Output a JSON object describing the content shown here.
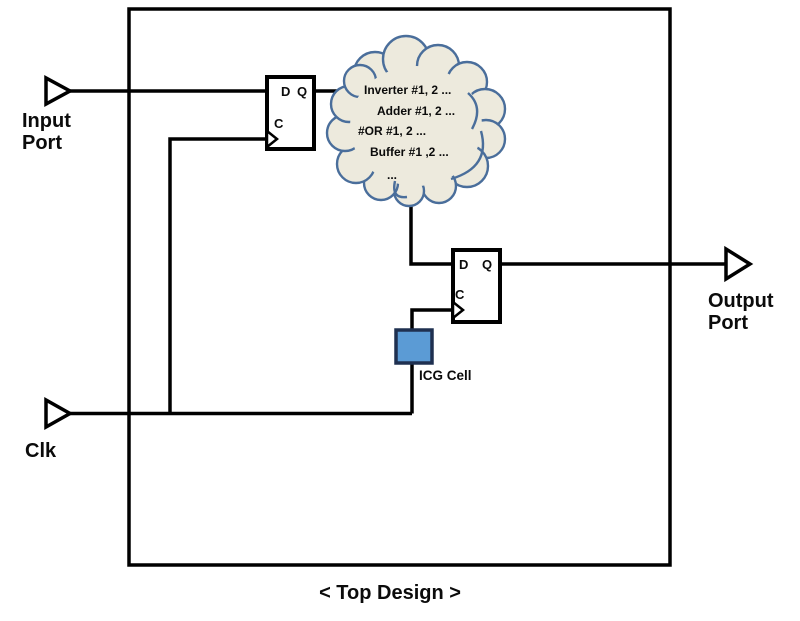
{
  "diagram": {
    "caption": "< Top Design >",
    "ports": {
      "input": {
        "line1": "Input",
        "line2": "Port"
      },
      "clk": {
        "label": "Clk"
      },
      "output": {
        "line1": "Output",
        "line2": "Port"
      }
    },
    "flipflop1": {
      "d": "D",
      "q": "Q",
      "c": "C"
    },
    "flipflop2": {
      "d": "D",
      "q": "Q",
      "c": "C"
    },
    "cloud": {
      "lines": [
        "Inverter #1, 2 ...",
        "Adder #1, 2 ...",
        "#OR #1, 2 ...",
        "Buffer #1 ,2 ...",
        "..."
      ]
    },
    "icg": {
      "label": "ICG Cell"
    },
    "colors": {
      "wire": "#000000",
      "cloud_fill": "#edeadd",
      "cloud_stroke": "#4a6e9b",
      "icg_fill": "#5b9bd5",
      "icg_stroke": "#1f3050"
    }
  }
}
